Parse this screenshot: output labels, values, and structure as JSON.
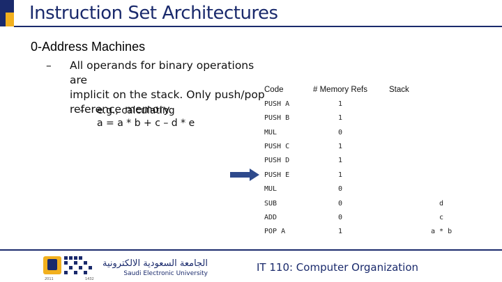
{
  "slide": {
    "title": "Instruction Set Architectures",
    "subtitle": "0-Address Machines",
    "bullet_dash": "–",
    "bullet_lines": [
      "All operands for binary operations are",
      "implicit on the stack. Only push/pop",
      "reference memory."
    ],
    "sub_dash": "–",
    "sub_line1": "e.g., calculating",
    "sub_line2": "a = a * b + c – d * e"
  },
  "table": {
    "headers": {
      "code": "Code",
      "refs": "# Memory Refs",
      "stack": "Stack"
    },
    "rows": [
      {
        "code": "PUSH A",
        "refs": "1",
        "stack": ""
      },
      {
        "code": "PUSH B",
        "refs": "1",
        "stack": ""
      },
      {
        "code": "MUL",
        "refs": "0",
        "stack": ""
      },
      {
        "code": "PUSH C",
        "refs": "1",
        "stack": ""
      },
      {
        "code": "PUSH D",
        "refs": "1",
        "stack": ""
      },
      {
        "code": "PUSH E",
        "refs": "1",
        "stack": ""
      },
      {
        "code": "MUL",
        "refs": "0",
        "stack": ""
      },
      {
        "code": "SUB",
        "refs": "0",
        "stack": "d"
      },
      {
        "code": "ADD",
        "refs": "0",
        "stack": "c"
      },
      {
        "code": "POP A",
        "refs": "1",
        "stack": "a * b"
      }
    ],
    "arrow_row": 5
  },
  "footer": {
    "course": "IT 110: Computer Organization",
    "logo_arabic": "الجامعة السعودية الالكترونية",
    "logo_english": "Saudi Electronic University",
    "logo_year_left": "2011",
    "logo_year_right": "1432"
  },
  "colors": {
    "navy": "#1a2a6c",
    "gold": "#f2b01e",
    "arrow": "#2e4a8c"
  }
}
